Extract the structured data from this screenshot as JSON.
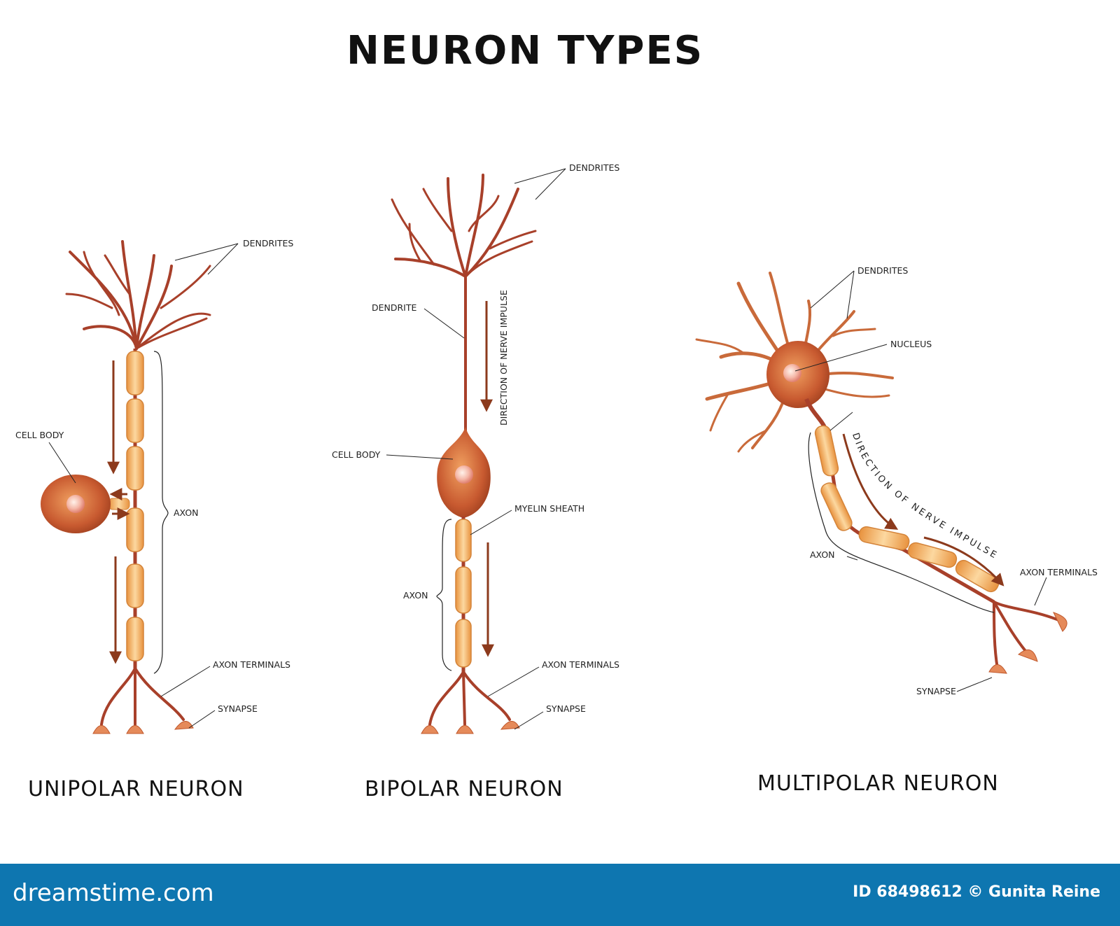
{
  "title": "NEURON TYPES",
  "colors": {
    "dendrite": "#a8402a",
    "myelin": "#f3b66a",
    "body": "#d86a3c",
    "arrow": "#8c3a1c",
    "footer": "#0e76b0"
  },
  "unipolar": {
    "name": "UNIPOLAR NEURON",
    "labels": {
      "dendrites": "DENDRITES",
      "cell_body": "CELL BODY",
      "axon": "AXON",
      "axon_terminals": "AXON TERMINALS",
      "synapse": "SYNAPSE"
    }
  },
  "bipolar": {
    "name": "BIPOLAR NEURON",
    "labels": {
      "dendrites": "DENDRITES",
      "dendrite": "DENDRITE",
      "direction": "DIRECTION OF NERVE IMPULSE",
      "cell_body": "CELL BODY",
      "myelin_sheath": "MYELIN SHEATH",
      "axon": "AXON",
      "axon_terminals": "AXON TERMINALS",
      "synapse": "SYNAPSE"
    }
  },
  "multipolar": {
    "name": "MULTIPOLAR NEURON",
    "labels": {
      "dendrites": "DENDRITES",
      "nucleus": "NUCLEUS",
      "direction": "DIRECTION OF NERVE IMPULSE",
      "axon": "AXON",
      "axon_terminals": "AXON TERMINALS",
      "synapse": "SYNAPSE"
    }
  },
  "footer": {
    "brand": "dreamstime.com",
    "credit": "ID 68498612 © Gunita Reine"
  }
}
